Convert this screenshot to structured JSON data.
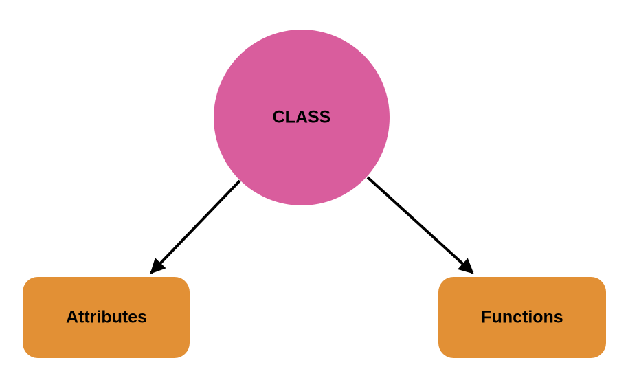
{
  "diagram": {
    "center_node": {
      "label": "CLASS",
      "color": "#D95D9D"
    },
    "left_node": {
      "label": "Attributes",
      "color": "#E29035"
    },
    "right_node": {
      "label": "Functions",
      "color": "#E29035"
    },
    "edges": [
      {
        "from": "CLASS",
        "to": "Attributes"
      },
      {
        "from": "CLASS",
        "to": "Functions"
      }
    ],
    "edge_color": "#000000"
  }
}
